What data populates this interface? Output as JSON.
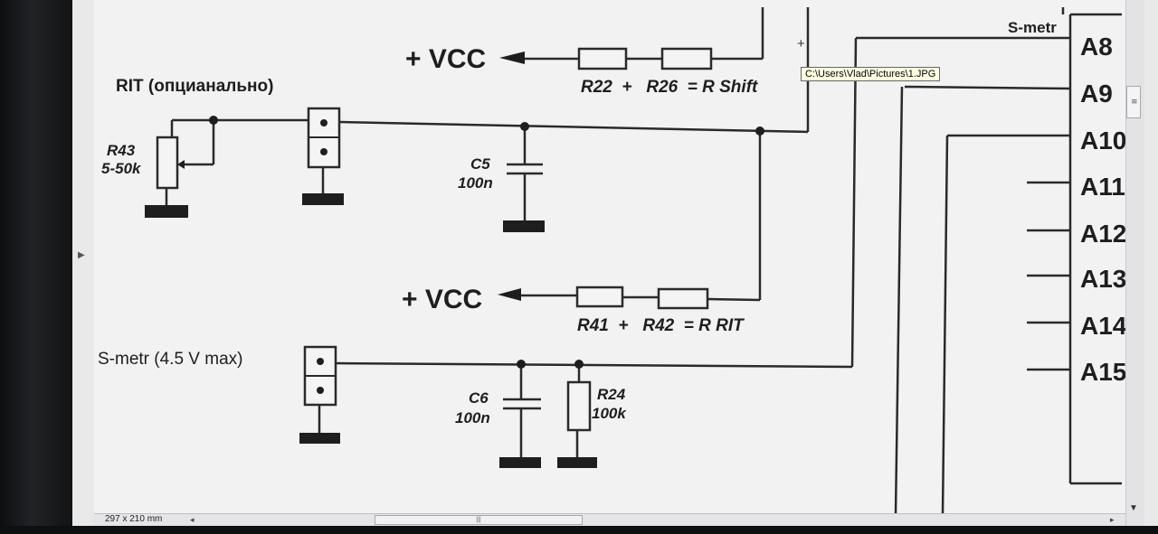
{
  "viewer": {
    "page_size": "297 x 210 mm",
    "tooltip_path": "C:\\Users\\Vlad\\Pictures\\1.JPG",
    "scroll_grip": "|||",
    "vscroll_grip": "≡"
  },
  "schematic": {
    "vcc_top": "+ VCC",
    "vcc_bottom": "+ VCC",
    "r_shift_formula": "R22  +   R26  = R Shift",
    "r_rit_formula": "R41  +   R42  = R RIT",
    "rit_title": "RIT (опцианально)",
    "r43_name": "R43",
    "r43_value": "5-50k",
    "c5_name": "C5",
    "c5_value": "100n",
    "smetr_title": "S-metr (4.5 V max)",
    "c6_name": "C6",
    "c6_value": "100n",
    "r24_name": "R24",
    "r24_value": "100k",
    "mcu_label": "S-metr",
    "pins": [
      "A8",
      "A9",
      "A10",
      "A11",
      "A12",
      "A13",
      "A14",
      "A15"
    ]
  }
}
